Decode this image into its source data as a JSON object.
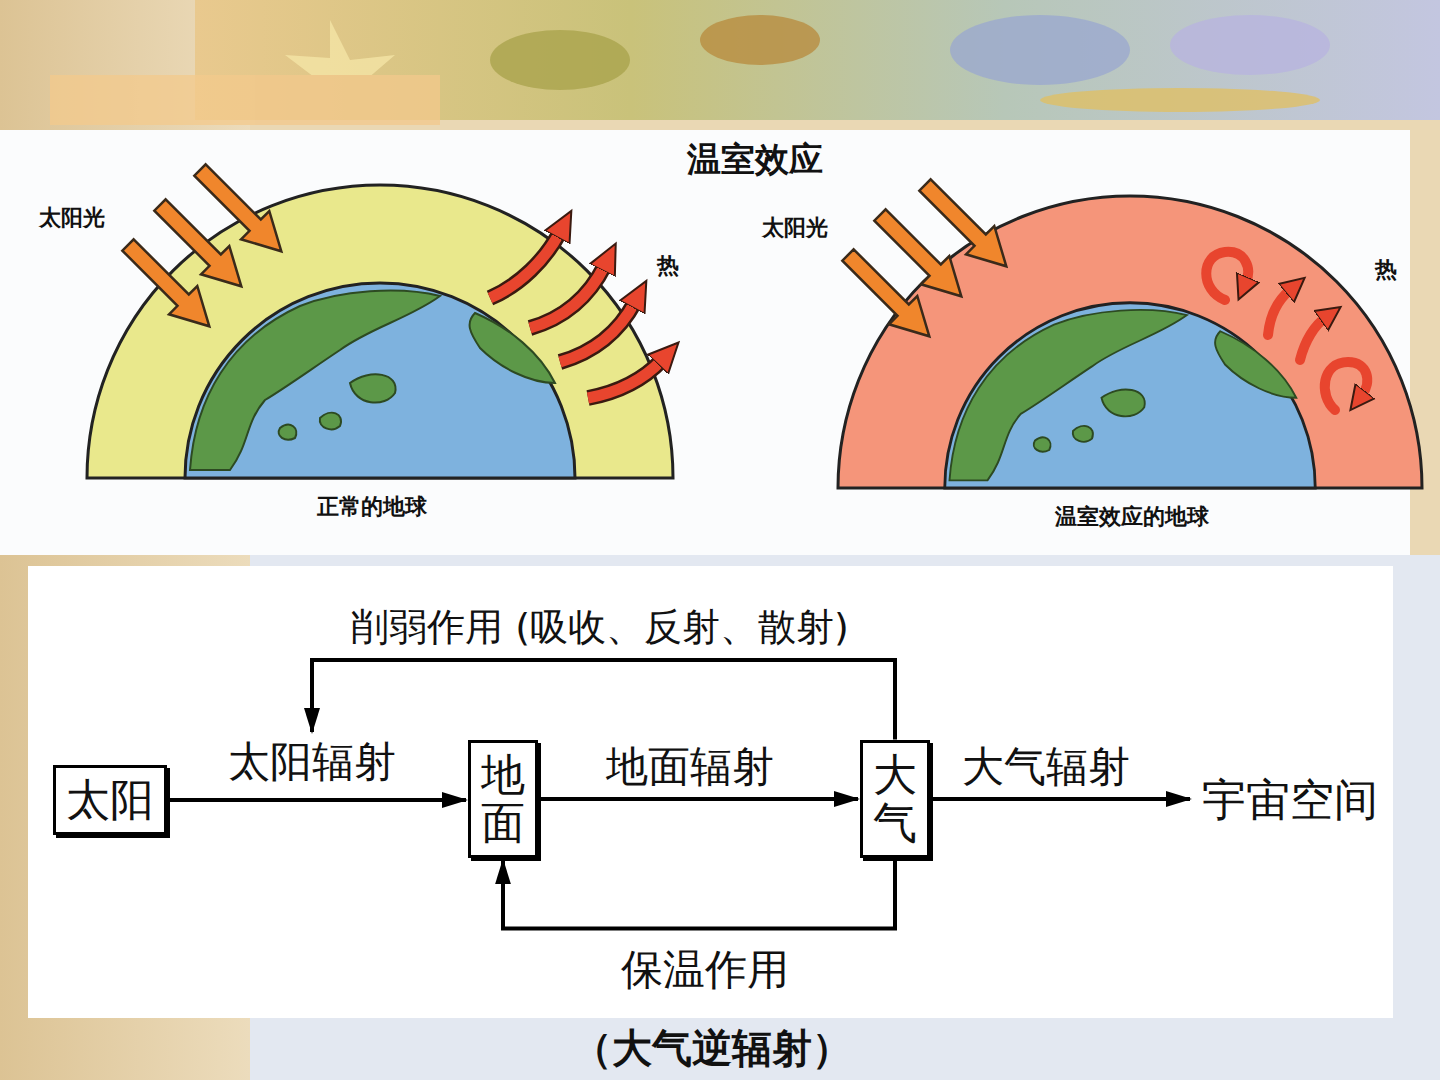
{
  "diagram": {
    "title": "温室效应",
    "nodes": [
      {
        "text": [
          "太阳"
        ]
      },
      {
        "text": [
          "地面"
        ]
      },
      {
        "text": [
          "大气"
        ]
      },
      {
        "text": [
          "宇宙空间"
        ]
      }
    ],
    "edges": [
      {
        "from": 0,
        "to": 1,
        "arrow": "to",
        "label": "太阳辐射"
      },
      {
        "from": 1,
        "to": 2,
        "arrow": "to",
        "label": "地面辐射"
      },
      {
        "from": 2,
        "to": 3,
        "arrow": "to",
        "label": "大气辐射"
      },
      {
        "from": 2,
        "to": 1,
        "arrow": "to",
        "label": "保温作用"
      }
    ],
    "labels": [
      "太阳光",
      "热",
      "正常的地球",
      "太阳光",
      "热",
      "温室效应的地球",
      "削弱作用 (吸收、反射、散射)",
      "（大气逆辐射）"
    ]
  }
}
